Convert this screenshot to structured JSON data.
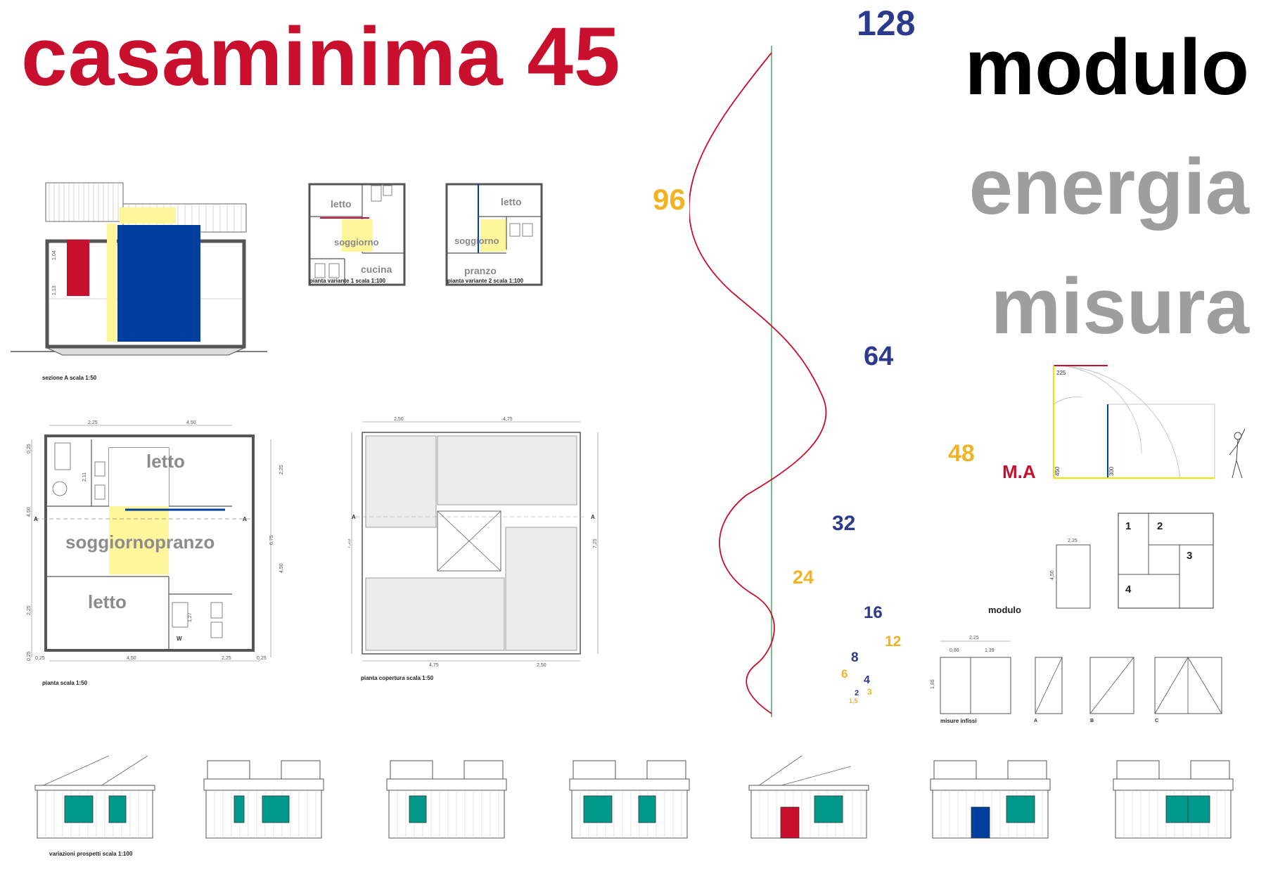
{
  "title": "casaminima 45",
  "keywords": [
    "modulo",
    "energia",
    "misura"
  ],
  "colors": {
    "red": "#c8102e",
    "blue": "#003f9e",
    "yellow": "#fff59a",
    "teal": "#00998a",
    "navy": "#2b3a8c",
    "gold": "#f0b323",
    "gray": "#9e9e9e"
  },
  "captions": {
    "section": "sezione A scala 1:50",
    "variant1": "pianta variante 1 scala 1:100",
    "variant2": "pianta variante 2 scala 1:100",
    "plan": "pianta scala 1:50",
    "roof": "pianta copertura scala 1:50",
    "elevations": "variazioni prospetti scala 1:100",
    "fixtures": "misure infissi",
    "module": "modulo"
  },
  "rooms": {
    "letto": "letto",
    "soggiorno": "soggiorno",
    "cucina": "cucina",
    "pranzo": "pranzo",
    "soggiornopranzo": "soggiornopranzo",
    "w": "W"
  },
  "spiral_numbers": [
    {
      "value": "128",
      "color": "navy"
    },
    {
      "value": "96",
      "color": "gold"
    },
    {
      "value": "64",
      "color": "navy"
    },
    {
      "value": "48",
      "color": "gold"
    },
    {
      "value": "32",
      "color": "navy"
    },
    {
      "value": "24",
      "color": "gold"
    },
    {
      "value": "16",
      "color": "navy"
    },
    {
      "value": "12",
      "color": "gold"
    },
    {
      "value": "8",
      "color": "navy"
    },
    {
      "value": "6",
      "color": "gold"
    },
    {
      "value": "4",
      "color": "navy"
    },
    {
      "value": "3",
      "color": "gold"
    },
    {
      "value": "2",
      "color": "navy"
    },
    {
      "value": "1,5",
      "color": "gold"
    }
  ],
  "modulor": {
    "label": "M.A",
    "dims": [
      "225",
      "450",
      "300"
    ]
  },
  "module_cells": [
    "1",
    "2",
    "3",
    "4"
  ],
  "dims": {
    "plan_top": [
      "2,25",
      "4,50"
    ],
    "plan_bottom": [
      "0,25",
      "4,50",
      "2,25",
      "0,25"
    ],
    "plan_left": [
      "0,25",
      "4,50",
      "2,25",
      "0,25"
    ],
    "plan_right": [
      "2,25",
      "4,50",
      "6,75"
    ],
    "plan_inner": [
      "2,11",
      "1,27"
    ],
    "roof_top": [
      "2,50",
      "4,75"
    ],
    "roof_bottom": [
      "4,75",
      "2,50"
    ],
    "roof_side": "7,25",
    "section_left": [
      "1,13",
      "1,04"
    ],
    "module_w": "2,25",
    "module_h": "4,50",
    "fixture_top": "2,25",
    "fixture_sub": [
      "0,86",
      "1,39"
    ],
    "fixture_h": "1,85"
  },
  "section_marks": [
    "A",
    "A"
  ],
  "fixture_labels": [
    "A",
    "B",
    "C"
  ]
}
